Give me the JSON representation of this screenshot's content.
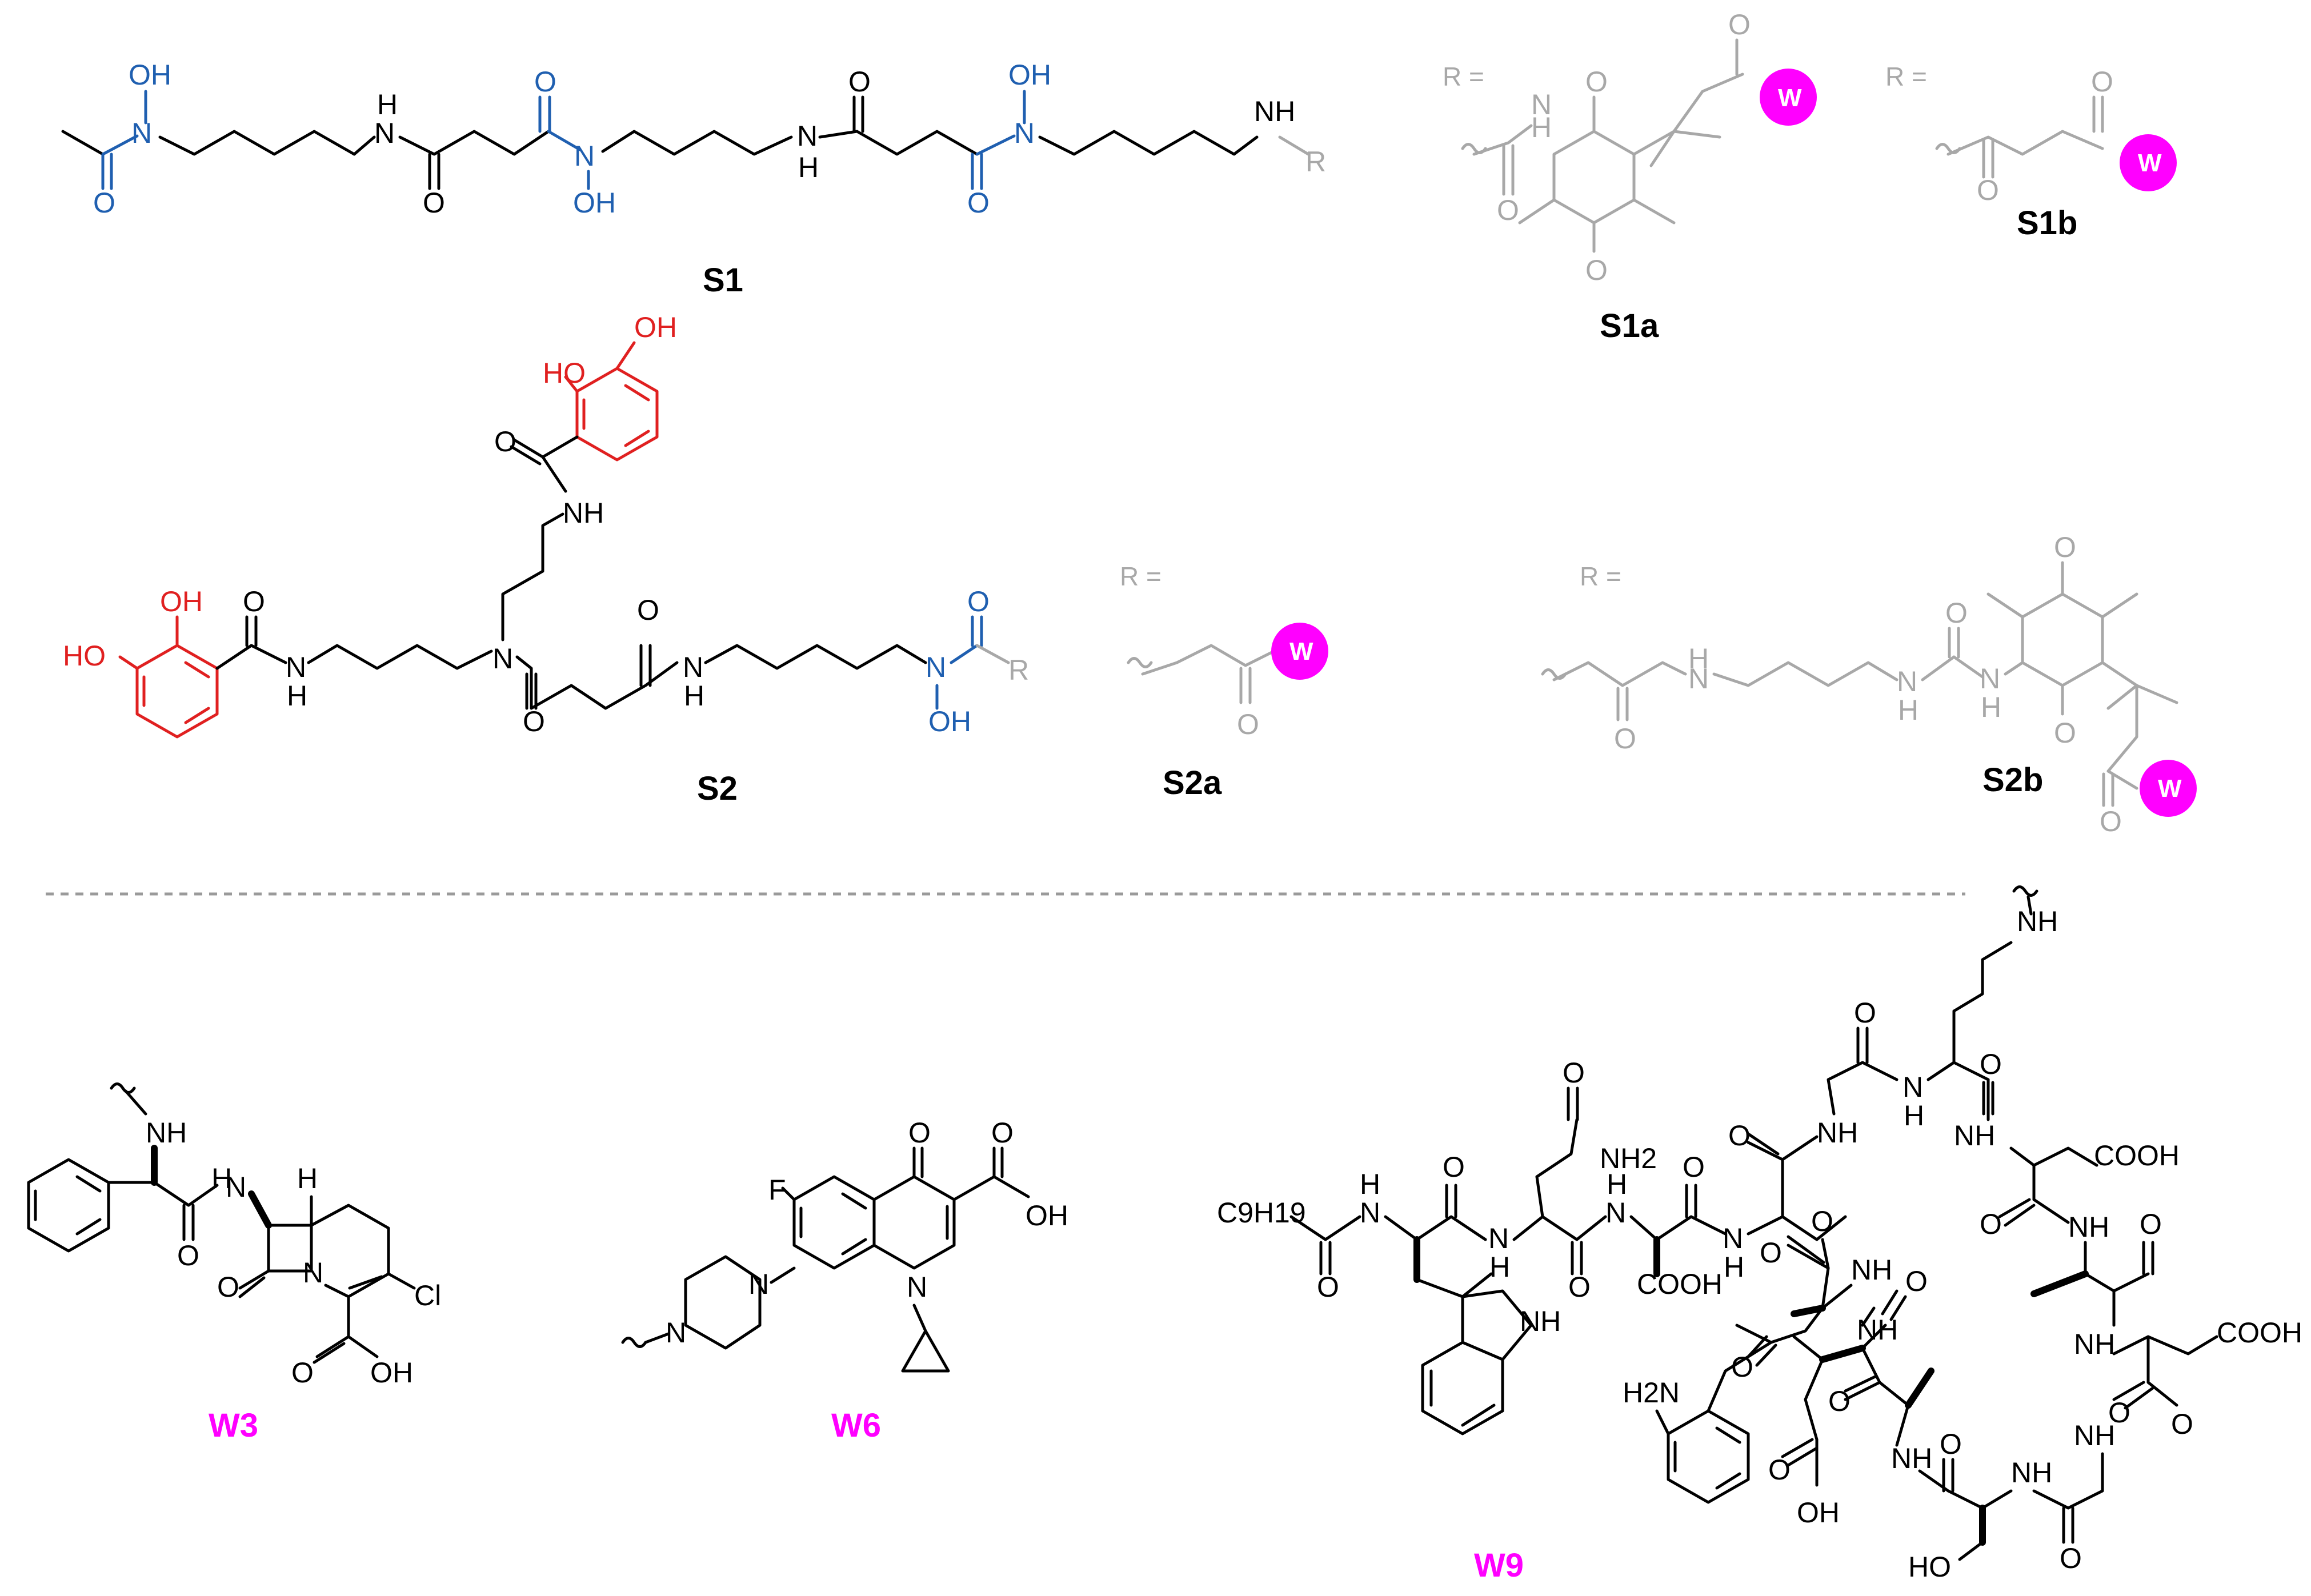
{
  "compounds": {
    "S1": "S1",
    "S1a": "S1a",
    "S1b": "S1b",
    "S2": "S2",
    "S2a": "S2a",
    "S2b": "S2b",
    "W3": "W3",
    "W6": "W6",
    "W9": "W9"
  },
  "r_label": "R =",
  "w_marker": "W",
  "atoms": {
    "OH": "OH",
    "HO": "HO",
    "N": "N",
    "NH": "NH",
    "H": "H",
    "O": "O",
    "R": "R",
    "F": "F",
    "Cl": "Cl",
    "COOH": "COOH",
    "NH2": "NH2",
    "H2N": "H2N",
    "C9H19": "C9H19"
  },
  "colors": {
    "hydroxamate": "#1f5fb0",
    "catechol": "#e02020",
    "linker": "#a8a8a8",
    "warhead": "#ff00ff",
    "backbone": "#000000"
  }
}
